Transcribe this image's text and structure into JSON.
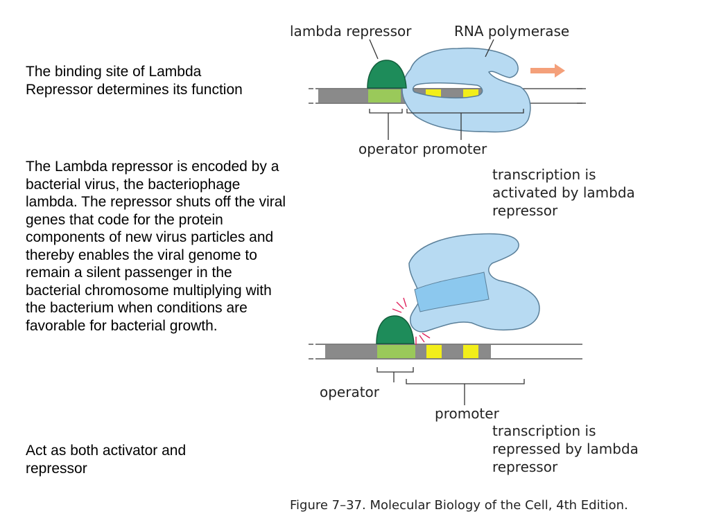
{
  "text": {
    "p1": "The binding site of Lambda Repressor determines its function",
    "p2": "The Lambda repressor is encoded by a bacterial virus, the bacteriophage lambda. The repressor shuts off the viral genes that code for the protein components of new virus particles and thereby enables the viral genome to remain a silent passenger in the bacterial chromosome multiplying with the bacterium when conditions are favorable for bacterial growth.",
    "p3": "Act as both activator and repressor"
  },
  "figure": {
    "top": {
      "label_repressor": "lambda repressor",
      "label_polymerase": "RNA polymerase",
      "label_operator_promoter": "operator promoter",
      "label_state": "transcription is activated by lambda repressor"
    },
    "bottom": {
      "label_operator": "operator",
      "label_promoter": "promoter",
      "label_state": "transcription is repressed by lambda repressor"
    },
    "caption": "Figure 7–37. Molecular Biology of the Cell, 4th Edition.",
    "colors": {
      "repressor": "#1e8c5a",
      "polymerase": "#b7daf2",
      "polymerase_band": "#8cc8ee",
      "dna_gray": "#8a8a8a",
      "operator_green": "#9ac95a",
      "promoter_yellow": "#f2ee1a",
      "arrow": "#f4a07a",
      "clash": "#e0245e"
    }
  }
}
